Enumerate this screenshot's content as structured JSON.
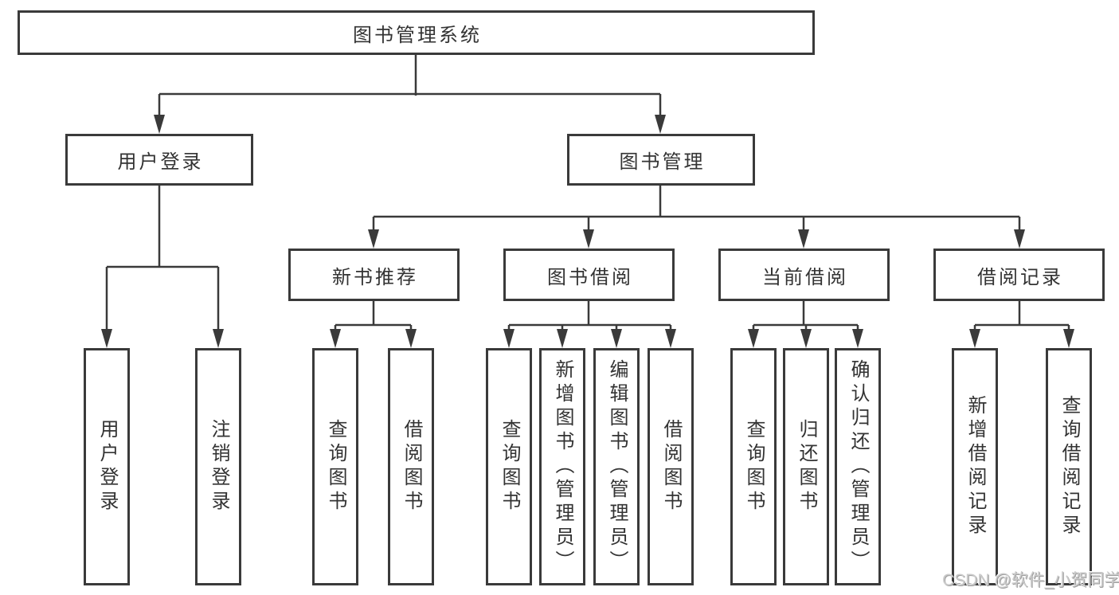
{
  "diagram_title": "图书管理系统",
  "colors": {
    "line": "#3a3a3a",
    "text": "#333333",
    "background": "#ffffff",
    "watermark": "#cbcbcb"
  },
  "root": {
    "label": "图书管理系统"
  },
  "level2": [
    {
      "id": "user-login",
      "label": "用户登录"
    },
    {
      "id": "book-management",
      "label": "图书管理"
    }
  ],
  "level3": [
    {
      "id": "new-book-recommend",
      "label": "新书推荐",
      "parent": "图书管理"
    },
    {
      "id": "book-borrow",
      "label": "图书借阅",
      "parent": "图书管理"
    },
    {
      "id": "current-borrow",
      "label": "当前借阅",
      "parent": "图书管理"
    },
    {
      "id": "borrow-records",
      "label": "借阅记录",
      "parent": "图书管理"
    }
  ],
  "leaves": [
    {
      "label": "用户登录",
      "parent": "用户登录"
    },
    {
      "label": "注销登录",
      "parent": "用户登录"
    },
    {
      "label": "查询图书",
      "parent": "新书推荐"
    },
    {
      "label": "借阅图书",
      "parent": "新书推荐"
    },
    {
      "label": "查询图书",
      "parent": "图书借阅"
    },
    {
      "label": "新增图书（管理员）",
      "parent": "图书借阅"
    },
    {
      "label": "编辑图书（管理员）",
      "parent": "图书借阅"
    },
    {
      "label": "借阅图书",
      "parent": "图书借阅"
    },
    {
      "label": "查询图书",
      "parent": "当前借阅"
    },
    {
      "label": "归还图书",
      "parent": "当前借阅"
    },
    {
      "label": "确认归还（管理员）",
      "parent": "当前借阅"
    },
    {
      "label": "新增借阅记录",
      "parent": "借阅记录"
    },
    {
      "label": "查询借阅记录",
      "parent": "借阅记录"
    }
  ],
  "watermark": {
    "text": "CSDN @软件_小贺同学"
  }
}
